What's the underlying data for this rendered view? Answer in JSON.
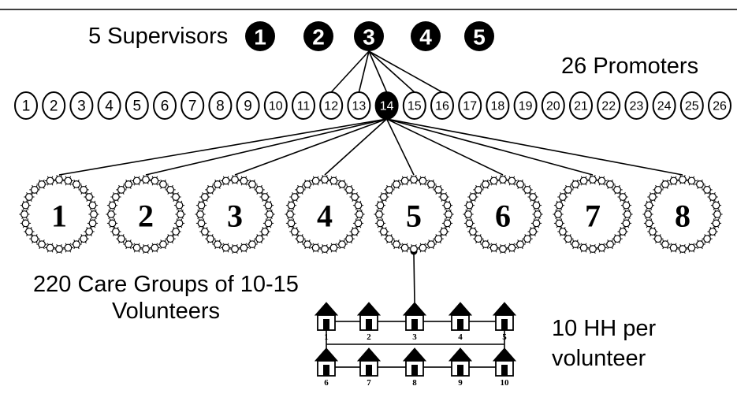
{
  "supervisors": {
    "label": "5 Supervisors",
    "numbers": [
      "1",
      "2",
      "3",
      "4",
      "5"
    ],
    "highlighted": "3"
  },
  "promoters": {
    "label": "26 Promoters",
    "numbers": [
      "1",
      "2",
      "3",
      "4",
      "5",
      "6",
      "7",
      "8",
      "9",
      "10",
      "11",
      "12",
      "13",
      "14",
      "15",
      "16",
      "17",
      "18",
      "19",
      "20",
      "21",
      "22",
      "23",
      "24",
      "25",
      "26"
    ],
    "highlighted": "14",
    "supervised_by_highlighted": [
      "12",
      "13",
      "14",
      "15",
      "16"
    ]
  },
  "care_groups": {
    "label_line1": "220 Care Groups of 10-15",
    "label_line2": "Volunteers",
    "numbers": [
      "1",
      "2",
      "3",
      "4",
      "5",
      "6",
      "7",
      "8"
    ],
    "linked_group": "5"
  },
  "households": {
    "label_line1": "10 HH per",
    "label_line2": "volunteer",
    "numbers": [
      "1",
      "2",
      "3",
      "4",
      "5",
      "6",
      "7",
      "8",
      "9",
      "10"
    ],
    "linked_house": "3"
  },
  "colors": {
    "ink": "#000000",
    "paper": "#ffffff"
  }
}
